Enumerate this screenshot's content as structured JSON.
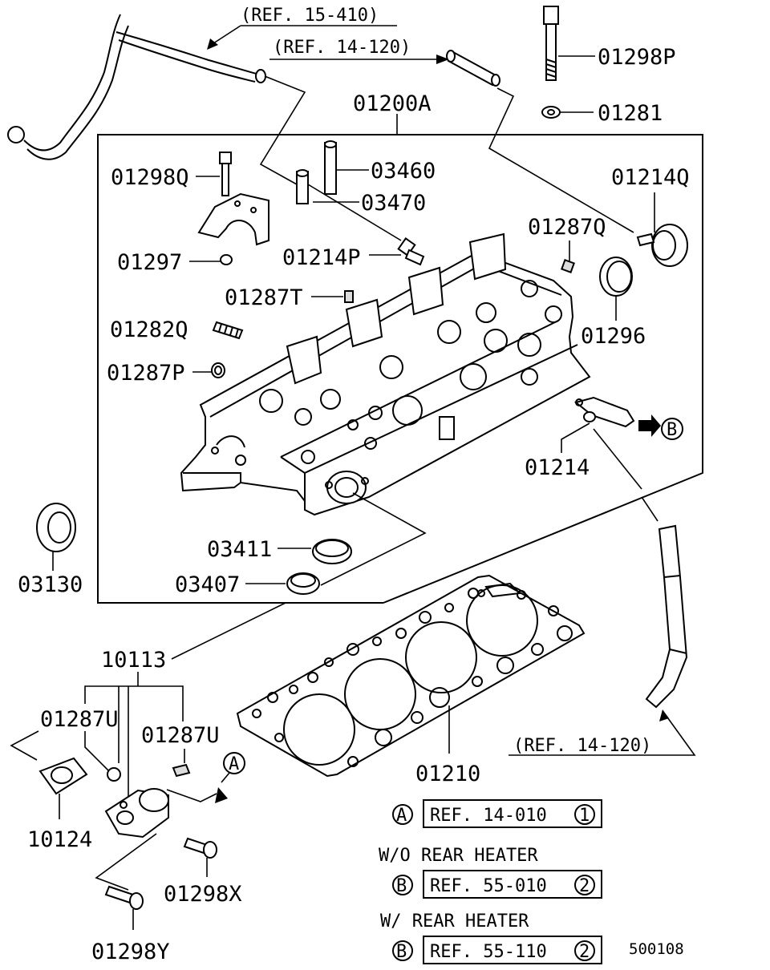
{
  "labels": {
    "ref_15_410": "(REF. 15-410)",
    "ref_14_120_top": "(REF. 14-120)",
    "ref_14_120_bottom": "(REF. 14-120)",
    "p01298P": "01298P",
    "p01281": "01281",
    "p01200A": "01200A",
    "p01298Q": "01298Q",
    "p03460": "03460",
    "p03470": "03470",
    "p01214Q": "01214Q",
    "p01287Q": "01287Q",
    "p01297": "01297",
    "p01214P": "01214P",
    "p01287T": "01287T",
    "p01296": "01296",
    "p01282Q": "01282Q",
    "p01287P": "01287P",
    "p01214": "01214",
    "p03411": "03411",
    "p03407": "03407",
    "p03130": "03130",
    "p10113": "10113",
    "p01287U_left": "01287U",
    "p01287U_right": "01287U",
    "p10124": "10124",
    "p01210": "01210",
    "p01298X": "01298X",
    "p01298Y": "01298Y",
    "marker_A_diagram": "A",
    "marker_B_diagram": "B"
  },
  "legend": {
    "row_a": {
      "marker": "A",
      "ref": "REF. 14-010",
      "num": "1"
    },
    "wo_heater": "W/O  REAR  HEATER",
    "row_b1": {
      "marker": "B",
      "ref": "REF. 55-010",
      "num": "2"
    },
    "w_heater": "W/  REAR  HEATER",
    "row_b2": {
      "marker": "B",
      "ref": "REF. 55-110",
      "num": "2"
    }
  },
  "diagram_id": "500108"
}
